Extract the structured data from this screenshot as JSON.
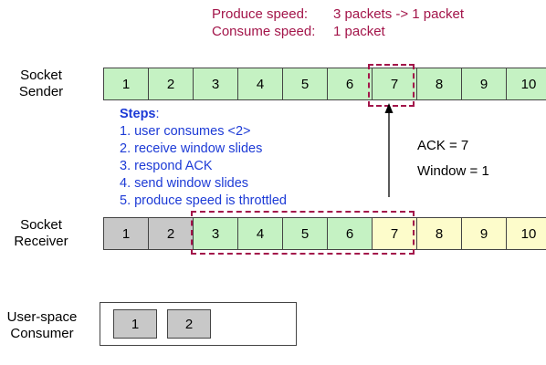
{
  "speeds": {
    "produce_label": "Produce speed:",
    "produce_value": "3 packets  -> 1 packet",
    "consume_label": "Consume speed:",
    "consume_value": "1 packet"
  },
  "sender": {
    "label_line1": "Socket",
    "label_line2": "Sender",
    "cells": [
      "1",
      "2",
      "3",
      "4",
      "5",
      "6",
      "7",
      "8",
      "9",
      "10"
    ]
  },
  "receiver": {
    "label_line1": "Socket",
    "label_line2": "Receiver",
    "cells": [
      "1",
      "2",
      "3",
      "4",
      "5",
      "6",
      "7",
      "8",
      "9",
      "10"
    ]
  },
  "steps": {
    "header": "Steps",
    "header_suffix": ":",
    "items": [
      "1. user consumes <2>",
      "2. receive window slides",
      "3. respond ACK",
      "4. send window slides",
      "5. produce speed is throttled"
    ]
  },
  "ack": {
    "ack_text": "ACK = 7",
    "window_text": "Window = 1"
  },
  "consumer": {
    "label_line1": "User-space",
    "label_line2": "Consumer",
    "cells": [
      "1",
      "2"
    ]
  },
  "colors": {
    "green": "#c5f2c3",
    "yellow": "#fdfccb",
    "gray": "#c8c8c8",
    "accent": "#a3154a",
    "steps_blue": "#1d3bd6"
  }
}
